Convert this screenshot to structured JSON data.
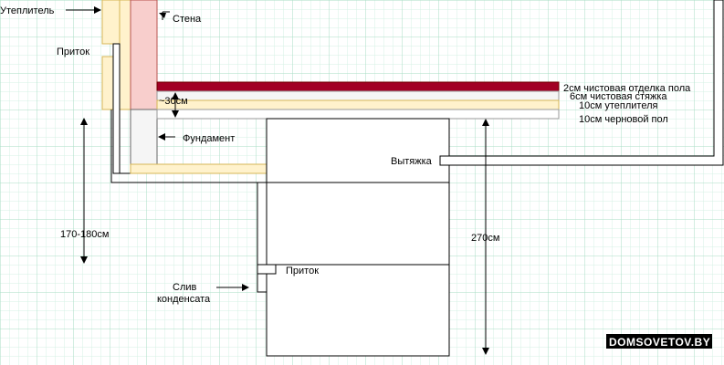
{
  "labels": {
    "insulation": "Утеплитель",
    "wall": "Стена",
    "inflow_top": "Приток",
    "gap_30": "~30см",
    "foundation": "Фундамент",
    "floor_finish": "2см чистовая отделка пола",
    "screed": "6см чистовая стяжка",
    "floor_insulation": "10см утеплителя",
    "rough_floor": "10см черновой пол",
    "exhaust": "Вытяжка",
    "height_170_180": "170-180см",
    "height_270": "270см",
    "inflow_bottom": "Приток",
    "condensate_drain_line1": "Слив",
    "condensate_drain_line2": "конденсата"
  },
  "watermark": "DOMSOVETOV.BY",
  "colors": {
    "grid_minor": "#d6f0e4",
    "grid_major": "#a9ddc6",
    "finish_floor": "#a20025",
    "insulation": "#fff2cc",
    "insulation_stroke": "#d6b656",
    "wall": "#f8cecc",
    "foundation": "#f5f5f5",
    "screed": "#f5f5f5",
    "line": "#000000"
  }
}
